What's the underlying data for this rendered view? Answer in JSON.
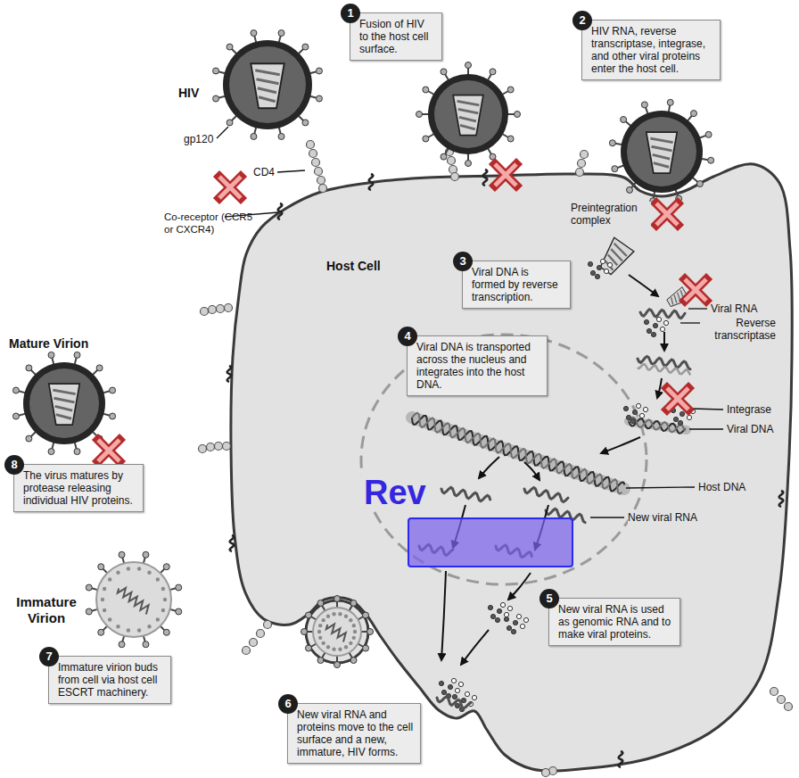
{
  "diagram": {
    "nodes": [
      {
        "text": [
          "1",
          "Fusion of HIV to the host cell surface."
        ]
      },
      {
        "text": [
          "2",
          "HIV RNA, reverse transcriptase, integrase, and other viral proteins enter the host cell."
        ]
      },
      {
        "text": [
          "3",
          "Viral DNA is formed by reverse transcription."
        ]
      },
      {
        "text": [
          "4",
          "Viral DNA is transported across the nucleus and integrates into the host DNA."
        ]
      },
      {
        "text": [
          "8",
          "The virus matures by protease releasing individual HIV proteins."
        ]
      },
      {
        "text": [
          "Rev"
        ]
      },
      {
        "text": [
          "5",
          "New viral RNA is used as genomic RNA and to make viral proteins."
        ]
      },
      {
        "text": [
          "7",
          "Immature virion buds from cell via host cell ESCRT machinery."
        ]
      },
      {
        "text": [
          "6",
          "New viral RNA and proteins move to the cell surface and a new, immature, HIV forms."
        ]
      }
    ],
    "labels": [
      "HIV",
      "gp120",
      "CD4",
      "Co-receptor (CCR5 or CXCR4)",
      "Host Cell",
      "Preintegration complex",
      "Viral RNA",
      "Reverse transcriptase",
      "Mature Virion",
      "Integrase",
      "Viral DNA",
      "Host DNA",
      "New viral RNA",
      "Immature Virion"
    ]
  }
}
